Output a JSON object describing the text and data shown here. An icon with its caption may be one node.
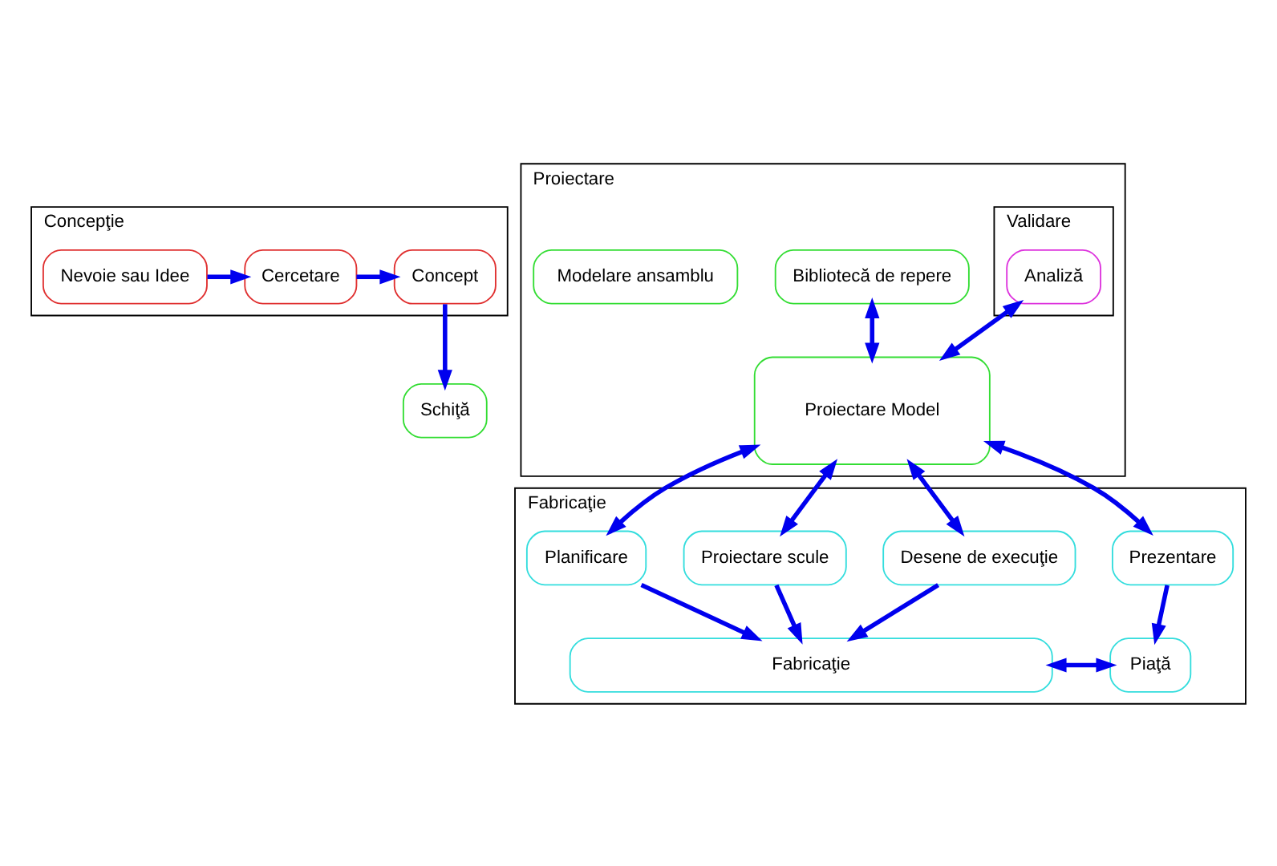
{
  "diagram": {
    "nodes": [
      {
        "text": [
          "Concepţie"
        ]
      },
      {
        "text": [
          "Nevoie sau Idee"
        ],
        "in": 0
      },
      {
        "text": [
          "Cercetare"
        ],
        "in": 0
      },
      {
        "text": [
          "Concept"
        ],
        "in": 0
      },
      {
        "text": [
          "Schiţă"
        ]
      },
      {
        "text": [
          "Proiectare"
        ]
      },
      {
        "text": [
          "Bibliotecă de repere"
        ],
        "in": 5
      },
      {
        "text": [
          "Proiectare Model"
        ],
        "in": 5
      },
      {
        "text": [
          "Modelare ansamblu"
        ],
        "in": 5
      },
      {
        "text": [
          "Validare"
        ],
        "in": 5
      },
      {
        "text": [
          "Analiză"
        ],
        "in": 9
      },
      {
        "text": [
          "Fabricaţie"
        ]
      },
      {
        "text": [
          "Desene de execuţie"
        ],
        "in": 11
      },
      {
        "text": [
          "Proiectare scule"
        ],
        "in": 11
      },
      {
        "text": [
          "Planificare"
        ],
        "in": 11
      },
      {
        "text": [
          "Prezentare"
        ],
        "in": 11
      },
      {
        "text": [
          "Fabricaţie"
        ],
        "in": 11
      },
      {
        "text": [
          "Piaţă"
        ],
        "in": 11
      }
    ],
    "edges": [
      {
        "from": 1,
        "to": 2,
        "arrow": "to"
      },
      {
        "from": 2,
        "to": 3,
        "arrow": "to"
      },
      {
        "from": 3,
        "to": 4,
        "arrow": "to"
      },
      {
        "from": 6,
        "to": 7,
        "arrow": "both"
      },
      {
        "from": 10,
        "to": 7,
        "arrow": "both"
      },
      {
        "from": 7,
        "to": 12,
        "arrow": "both"
      },
      {
        "from": 7,
        "to": 13,
        "arrow": "both"
      },
      {
        "from": 7,
        "to": 14,
        "arrow": "both"
      },
      {
        "from": 7,
        "to": 15,
        "arrow": "both"
      },
      {
        "from": 12,
        "to": 16,
        "arrow": "to"
      },
      {
        "from": 13,
        "to": 16,
        "arrow": "to"
      },
      {
        "from": 14,
        "to": 16,
        "arrow": "to"
      },
      {
        "from": 15,
        "to": 17,
        "arrow": "to"
      },
      {
        "from": 16,
        "to": 17,
        "arrow": "both"
      }
    ]
  }
}
